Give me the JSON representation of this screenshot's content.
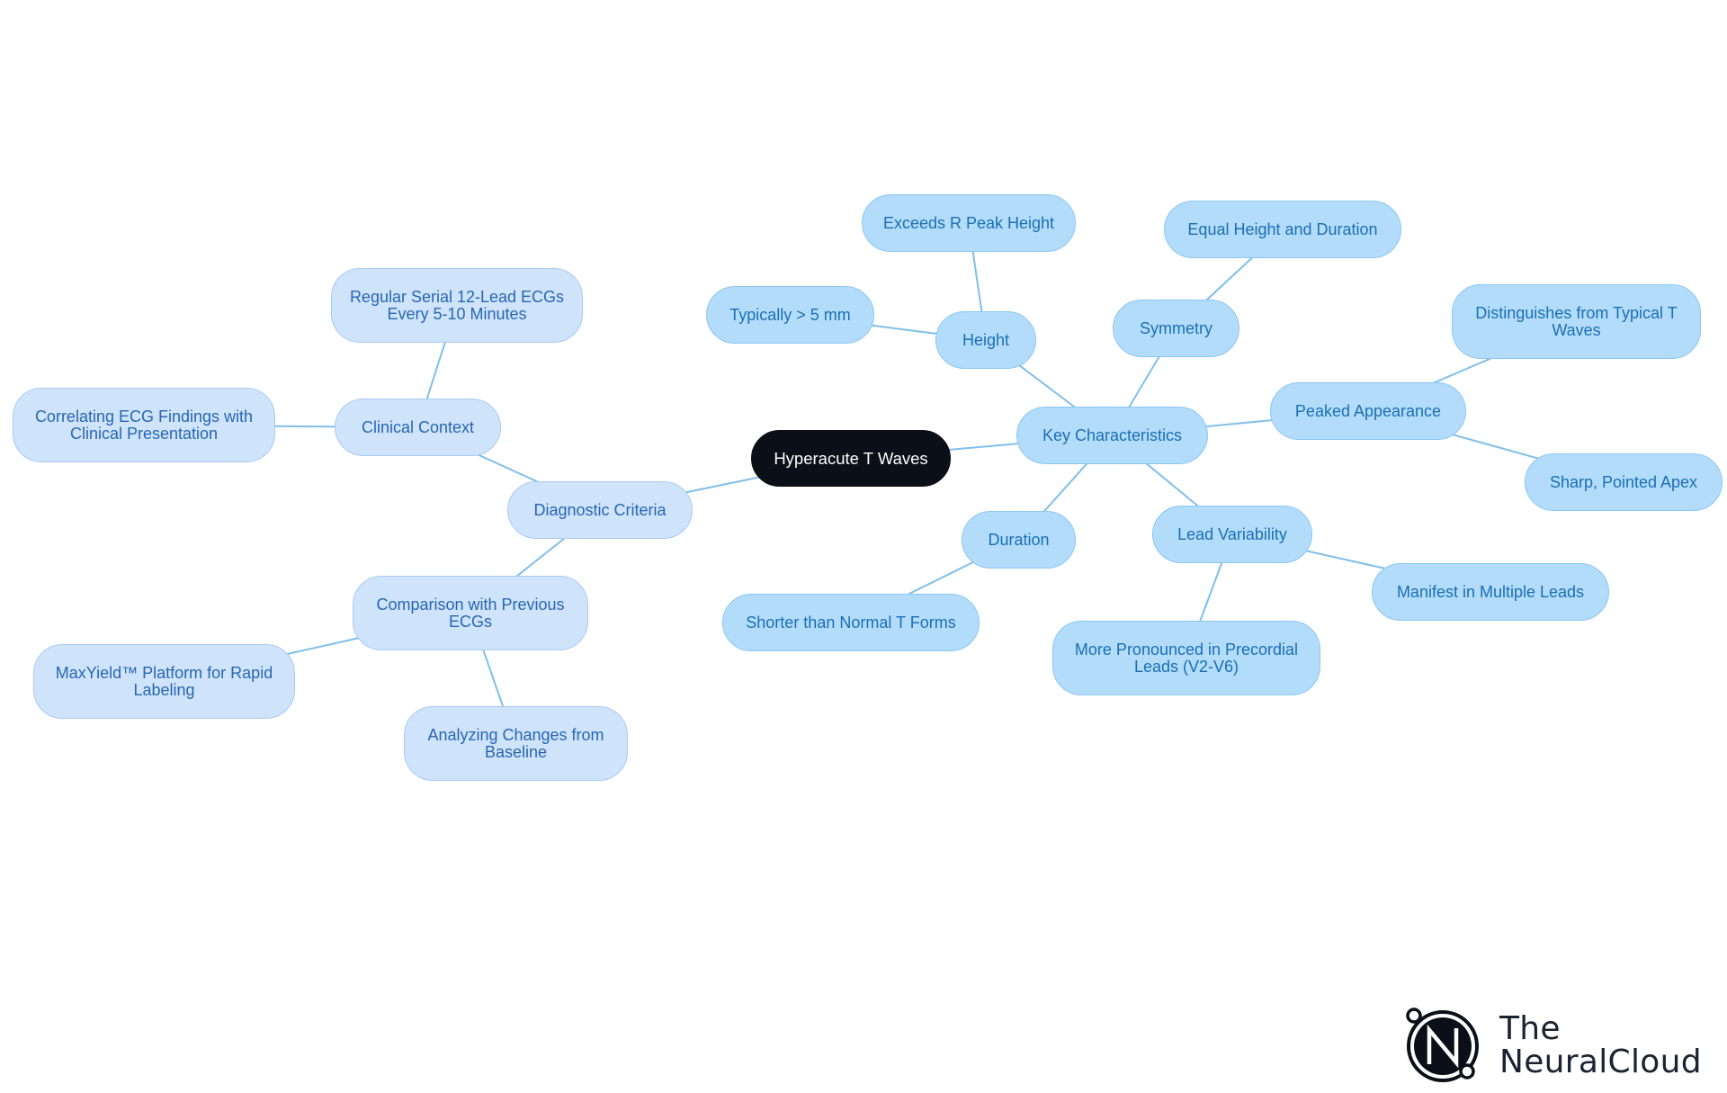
{
  "root": {
    "label": "Hyperacute T Waves"
  },
  "branches": {
    "key_characteristics": {
      "label": "Key Characteristics",
      "height": {
        "label": "Height",
        "children": [
          "Exceeds R Peak Height",
          "Typically > 5 mm"
        ]
      },
      "symmetry": {
        "label": "Symmetry",
        "children": [
          "Equal Height and Duration"
        ]
      },
      "peaked": {
        "label": "Peaked Appearance",
        "children": [
          "Distinguishes from Typical T Waves",
          "Sharp, Pointed Apex"
        ]
      },
      "duration": {
        "label": "Duration",
        "children": [
          "Shorter than Normal T Forms"
        ]
      },
      "lead_variability": {
        "label": "Lead Variability",
        "children": [
          "Manifest in Multiple Leads",
          "More Pronounced in Precordial Leads (V2-V6)"
        ]
      }
    },
    "diagnostic_criteria": {
      "label": "Diagnostic Criteria",
      "clinical_context": {
        "label": "Clinical Context",
        "children": [
          "Regular Serial 12-Lead ECGs Every 5-10 Minutes",
          "Correlating ECG Findings with Clinical Presentation"
        ]
      },
      "comparison": {
        "label": "Comparison with Previous ECGs",
        "children": [
          "MaxYield™ Platform for Rapid Labeling",
          "Analyzing Changes from Baseline"
        ]
      }
    }
  },
  "logo": {
    "line1": "The",
    "line2": "NeuralCloud"
  },
  "colors": {
    "root_fill": "#0b0f17",
    "key_fill": "#b3dcfb",
    "key_text": "#1a6fb3",
    "diag_fill": "#cfe3fb",
    "diag_text": "#2767b2",
    "link": "#7fbfea"
  }
}
